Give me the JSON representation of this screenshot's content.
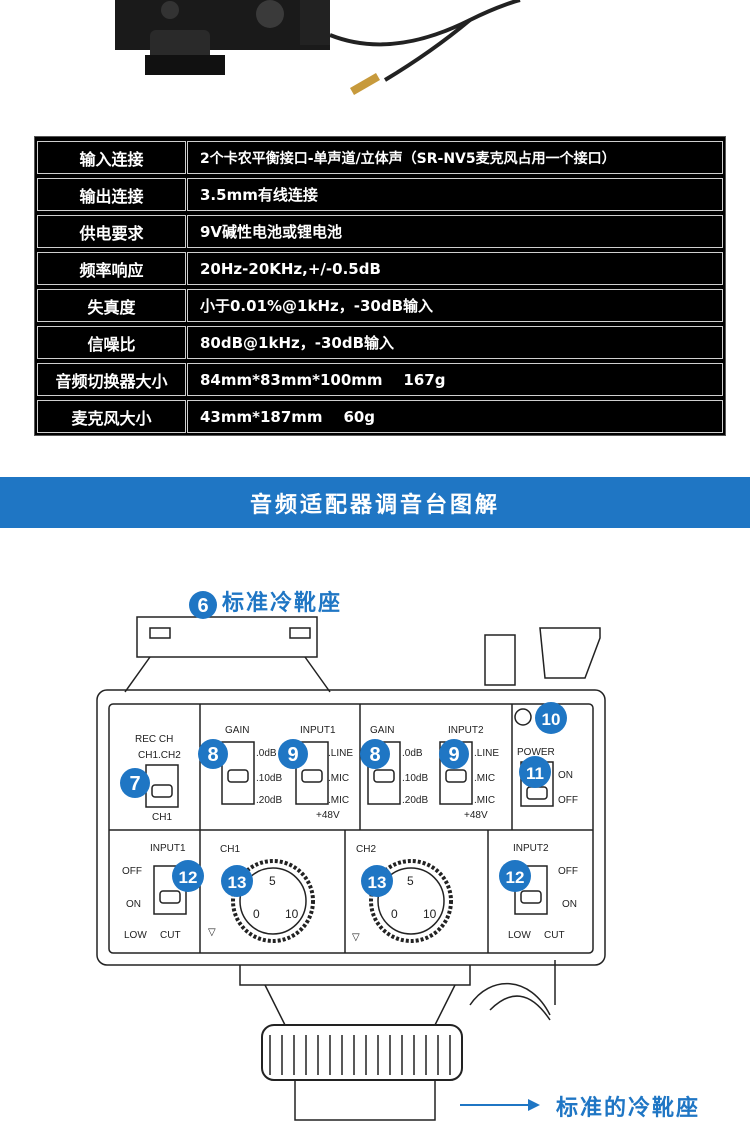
{
  "specs": [
    {
      "label": "输入连接",
      "value": "2个卡农平衡接口-单声道/立体声（SR-NV5麦克风占用一个接口）"
    },
    {
      "label": "输出连接",
      "value": "3.5mm有线连接"
    },
    {
      "label": "供电要求",
      "value": "9V碱性电池或锂电池"
    },
    {
      "label": "频率响应",
      "value": "20Hz-20KHz,+/-0.5dB"
    },
    {
      "label": "失真度",
      "value": "小于0.01%@1kHz，-30dB输入"
    },
    {
      "label": "信噪比",
      "value": "80dB@1kHz，-30dB输入"
    },
    {
      "label": "音频切换器大小",
      "value": "84mm*83mm*100mm    167g"
    },
    {
      "label": "麦克风大小",
      "value": "43mm*187mm    60g"
    }
  ],
  "banner_title": "音频适配器调音台图解",
  "callouts": {
    "top": "标准冷靴座",
    "bottom": "标准的冷靴座"
  },
  "panel": {
    "rec_ch": "REC  CH",
    "ch1ch2": "CH1.CH2",
    "ch1_bottom": "CH1",
    "gain": "GAIN",
    "input1": "INPUT1",
    "input2": "INPUT2",
    "db0": ".0dB",
    "db10": ".10dB",
    "db20": ".20dB",
    "line": ".LINE",
    "mic": ".MIC",
    "p48": "+48V",
    "power": "POWER",
    "on": "ON",
    "off": "OFF",
    "low": "LOW",
    "cut": "CUT",
    "ch1": "CH1",
    "ch2": "CH2",
    "dial_5": "5",
    "dial_0": "0",
    "dial_10": "10"
  },
  "badges": [
    "6",
    "7",
    "8",
    "9",
    "10",
    "11",
    "12",
    "13"
  ],
  "colors": {
    "accent": "#1f76c4",
    "table_bg": "#000000"
  }
}
